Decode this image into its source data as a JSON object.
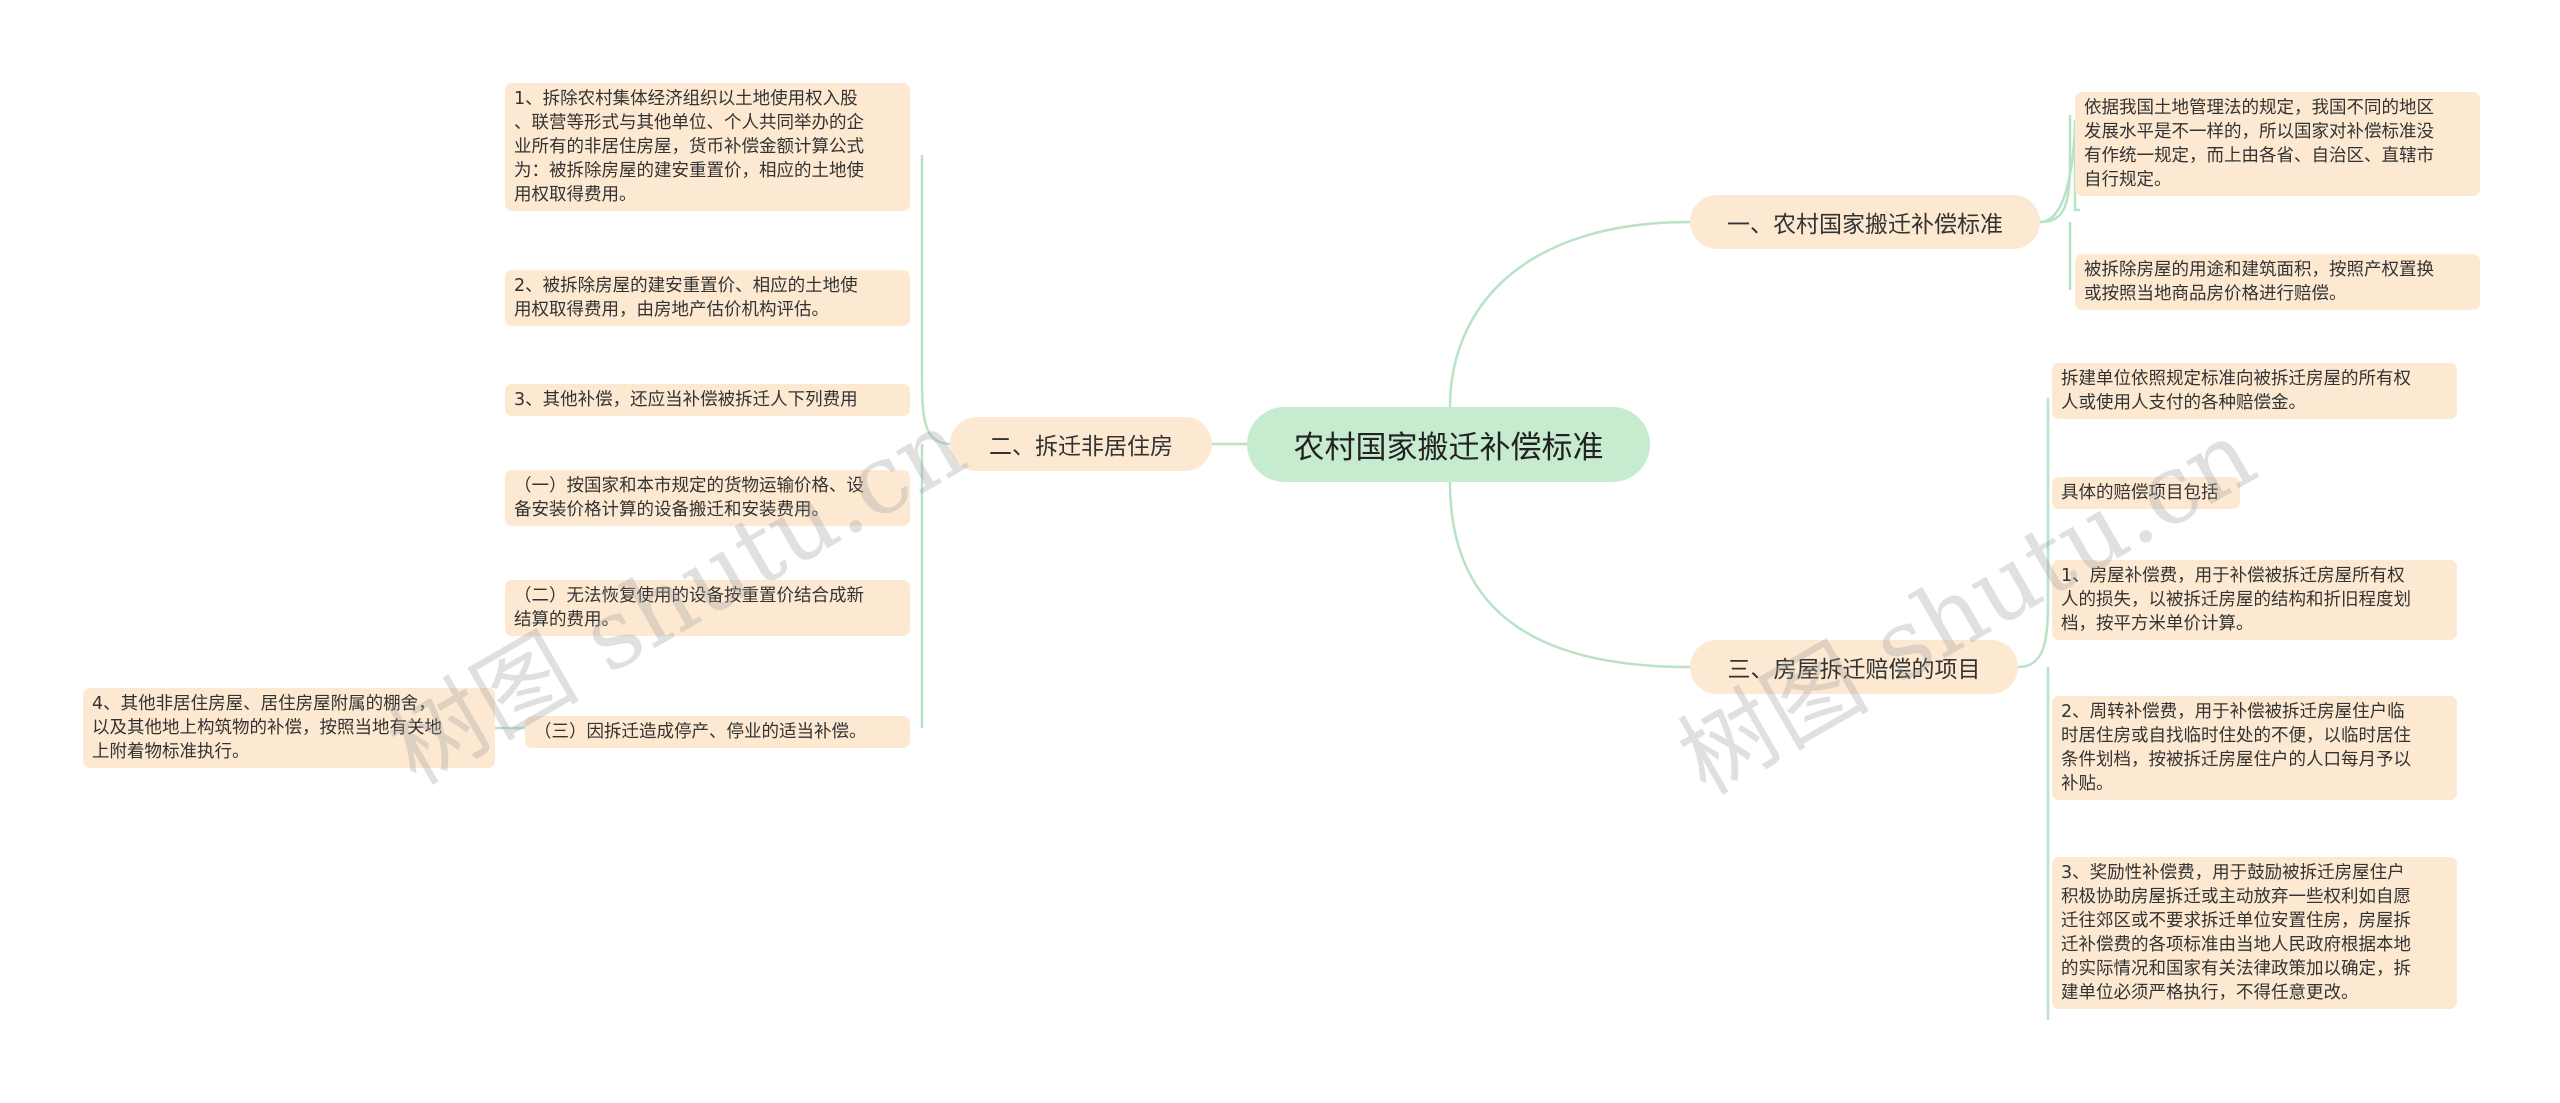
{
  "root": {
    "label": "农村国家搬迁补偿标准"
  },
  "branches": {
    "b1": {
      "label": "一、农村国家搬迁补偿标准"
    },
    "b2": {
      "label": "二、拆迁非居住房"
    },
    "b3": {
      "label": "三、房屋拆迁赔偿的项目"
    }
  },
  "leaves": {
    "r1": "依据我国土地管理法的规定，我国不同的地区\n发展水平是不一样的，所以国家对补偿标准没\n有作统一规定，而上由各省、自治区、直辖市\n自行规定。",
    "r2": "被拆除房屋的用途和建筑面积，按照产权置换\n或按照当地商品房价格进行赔偿。",
    "r3": "拆建单位依照规定标准向被拆迁房屋的所有权\n人或使用人支付的各种赔偿金。",
    "r4": "具体的赔偿项目包括",
    "r5": "1、房屋补偿费，用于补偿被拆迁房屋所有权\n人的损失，以被拆迁房屋的结构和折旧程度划\n档，按平方米单价计算。",
    "r6": "2、周转补偿费，用于补偿被拆迁房屋住户临\n时居住房或自找临时住处的不便，以临时居住\n条件划档，按被拆迁房屋住户的人口每月予以\n补贴。",
    "r7": "3、奖励性补偿费，用于鼓励被拆迁房屋住户\n积极协助房屋拆迁或主动放弃一些权利如自愿\n迁往郊区或不要求拆迁单位安置住房，房屋拆\n迁补偿费的各项标准由当地人民政府根据本地\n的实际情况和国家有关法律政策加以确定，拆\n建单位必须严格执行，不得任意更改。",
    "l1": "1、拆除农村集体经济组织以土地使用权入股\n、联营等形式与其他单位、个人共同举办的企\n业所有的非居住房屋，货币补偿金额计算公式\n为：被拆除房屋的建安重置价，相应的土地使\n用权取得费用。",
    "l2": "2、被拆除房屋的建安重置价、相应的土地使\n用权取得费用，由房地产估价机构评估。",
    "l3": "3、其他补偿，还应当补偿被拆迁人下列费用",
    "l4": "（一）按国家和本市规定的货物运输价格、设\n备安装价格计算的设备搬迁和安装费用。",
    "l5": "（二）无法恢复使用的设备按重置价结合成新\n结算的费用。",
    "l6": "（三）因拆迁造成停产、停业的适当补偿。",
    "l7": "4、其他非居住房屋、居住房屋附属的棚舍，\n以及其他地上构筑物的补偿，按照当地有关地\n上附着物标准执行。"
  },
  "watermarks": {
    "w1": "树图 shutu.cn",
    "w2": "树图 shutu.cn"
  },
  "colors": {
    "root_fill": "#c7ebcf",
    "node_fill": "#fde9d2",
    "link": "#b9e3c5"
  }
}
